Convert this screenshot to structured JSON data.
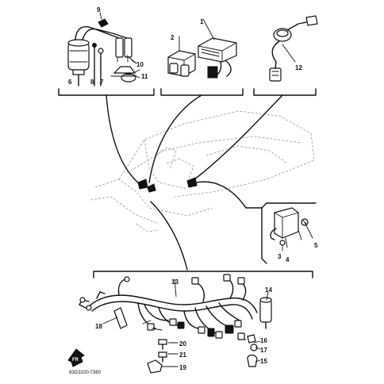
{
  "callouts": {
    "c1": "1",
    "c2": "2",
    "c3": "3",
    "c4": "4",
    "c5": "5",
    "c6": "6",
    "c7": "7",
    "c8": "8",
    "c9": "9",
    "c10": "10",
    "c11": "11",
    "c12": "12",
    "c13": "13",
    "c14": "14",
    "c15": "15",
    "c16": "16",
    "c17": "17",
    "c18": "18",
    "c19": "19",
    "c20": "20",
    "c21": "21"
  },
  "front_marker": "FR",
  "drawing_code": "83G3100-7380",
  "colors": {
    "ink": "#111111",
    "background": "#ffffff",
    "ghost": "#9a9a9a"
  }
}
